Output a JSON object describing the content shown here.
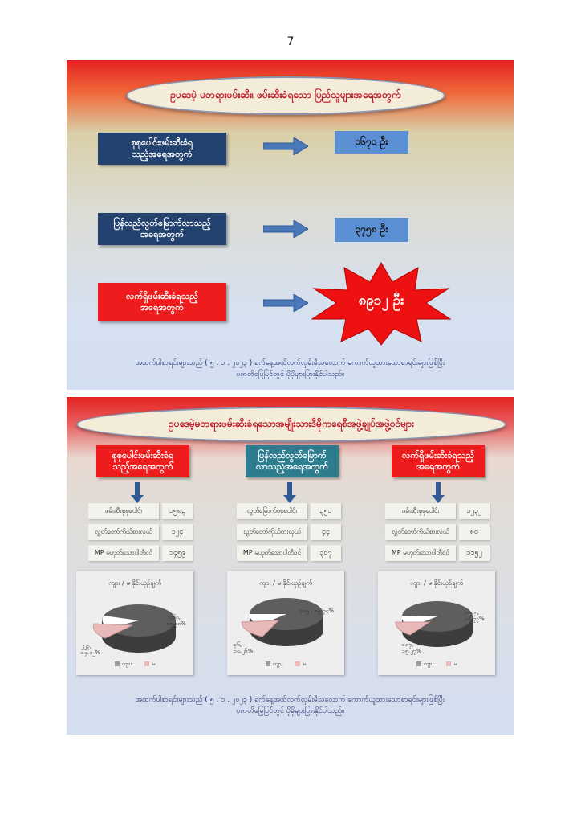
{
  "page_number": "7",
  "section1": {
    "title": "ဥပဒေမဲ့ မတရားဖမ်းဆီး၊ ဖမ်းဆီးခံရသော ပြည်သူများအရေအတွက်",
    "rows": [
      {
        "label": "စုစုပေါင်းဖမ်းဆီးခံရ\nသည့်အရေအတွက်",
        "value": "၁၆၇၀ ဦး"
      },
      {
        "label": "ပြန်လည်လွတ်မြောက်လာသည့်\nအရေအတွက်",
        "value": "၃၇၅၈ ဦး"
      },
      {
        "label": "လက်ရှိဖမ်းဆီးခံရသည့်\nအရေအတွက်",
        "value": "၈၉၁၂ ဦး"
      }
    ],
    "note_line1": "အထက်ပါစာရင်းများသည် ( ၅ . ၁ . ၂၀၂၃ ) ရက်နေ့အထိလက်လှမ်းမီသလောက် ကောက်ယူထားသောစာရင်းများဖြစ်ပြီး",
    "note_line2": "ပကတိမြေပြင်တွင် ပိုမိုများပြားနိုင်ပါသည်။"
  },
  "section2": {
    "title": "ဥပဒေမဲ့မတရားဖမ်းဆီးခံရသောအမျိုးသားဒီမိုကရေစီအဖွဲ့ချုပ်အဖွဲ့ဝင်များ",
    "columns": [
      {
        "header": "စုစုပေါင်းဖမ်းဆီးခံရ\nသည့်အရေအတွက်",
        "header_color": "red",
        "stats": [
          {
            "k": "ဖမ်းဆီးစုစုပေါင်း",
            "v": "၁၅၈၃"
          },
          {
            "k": "လွှတ်တော်ကိုယ်စားလှယ်",
            "v": "၁၂၄"
          },
          {
            "k": "MP မဟုတ်သောပါတီဝင်",
            "v": "၁၄၅၉"
          }
        ],
        "pie": {
          "title": "ကျား / မ နိုင်းယှဉ်ချက်",
          "big_label": "၁၃၆၀,\n၈၅.၉၈%",
          "small_label": "၂၂၃,\n၁၄.၀၂%",
          "legend_male": "ကျား",
          "legend_female": "မ"
        }
      },
      {
        "header": "ပြန်လည်လွတ်မြောက်\nလာသည့်အရေအတွက်",
        "header_color": "teal",
        "stats": [
          {
            "k": "လွတ်မြောက်စုစုပေါင်း",
            "v": "၃၅၁"
          },
          {
            "k": "လွှတ်တော်ကိုယ်စားလှယ်",
            "v": "၄၄"
          },
          {
            "k": "MP မဟုတ်သောပါတီဝင်",
            "v": "၃၀၇"
          }
        ],
        "pie": {
          "title": "ကျား / မ နိုင်းယှဉ်ချက်",
          "big_label": "၃၁၅ , ၈၉.၇၄%",
          "small_label": "၃၆,\n၁၀.၂၆%",
          "legend_male": "ကျား",
          "legend_female": "မ"
        }
      },
      {
        "header": "လက်ရှိဖမ်းဆီးခံရသည့်\nအရေအတွက်",
        "header_color": "red",
        "stats": [
          {
            "k": "ဖမ်းဆီးစုစုပေါင်း",
            "v": "၁၂၃၂"
          },
          {
            "k": "လွှတ်တော်ကိုယ်စားလှယ်",
            "v": "၈၀"
          },
          {
            "k": "MP မဟုတ်သောပါတီဝင်",
            "v": "၁၁၅၂"
          }
        ],
        "pie": {
          "title": "ကျား / မ နိုင်းယှဉ်ချက်",
          "big_label": "၁၀၄၅,\n၈၄.၇၃%",
          "small_label": "၁၈၇,\n၁၅.၂၇%",
          "legend_male": "ကျား",
          "legend_female": "မ"
        }
      }
    ],
    "note_line1": "အထက်ပါစာရင်းများသည် ( ၅ . ၁ . ၂၀၂၃ ) ရက်နေ့အထိလက်လှမ်းမီသလောက် ကောက်ယူထားသောစာရင်းများဖြစ်ပြီး",
    "note_line2": "ပကတိမြေပြင်တွင် ပိုမိုများပြားနိုင်ပါသည်။"
  },
  "colors": {
    "navy": "#23426f",
    "red": "#ee1c1c",
    "teal": "#2d7d8f",
    "value_blue": "#5b8fd3",
    "pie_male": "#5a5a5a",
    "pie_female": "#e9b8b8"
  }
}
